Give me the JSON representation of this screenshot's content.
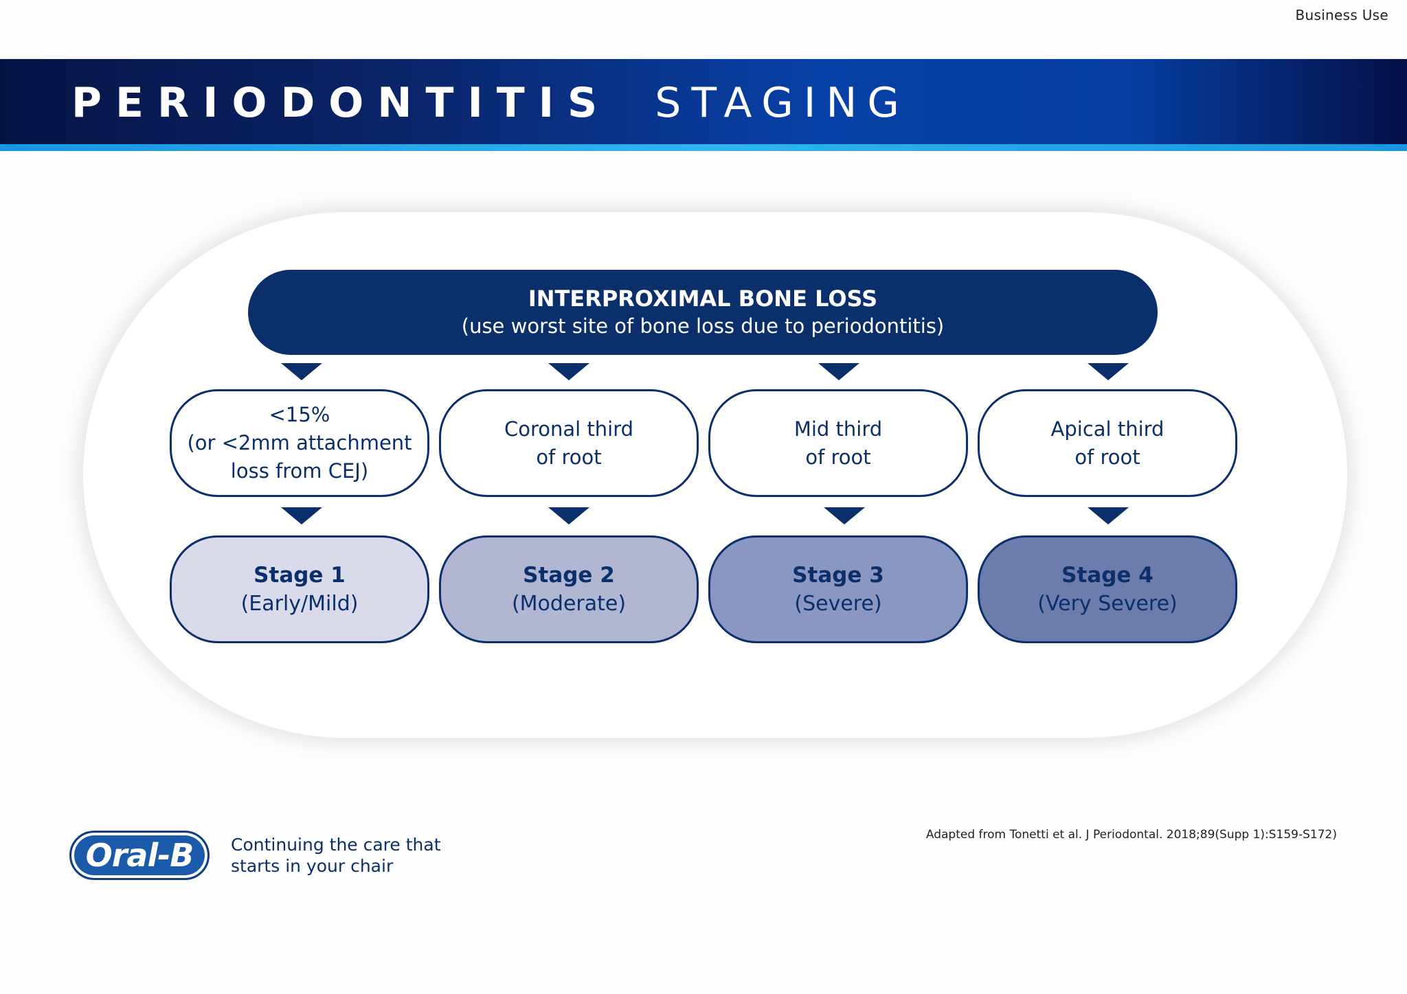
{
  "classification": "Business Use",
  "header": {
    "title_bold": "PERIODONTITIS",
    "title_light": "STAGING",
    "band_color": "#0a2468",
    "accent_color": "#30b4f0"
  },
  "diagram": {
    "banner": {
      "title": "INTERPROXIMAL BONE LOSS",
      "subtitle": "(use worst site of bone loss due to periodontitis)"
    },
    "criteria": [
      {
        "lines": [
          "<15%",
          "(or <2mm attachment",
          "loss from CEJ)"
        ]
      },
      {
        "lines": [
          "Coronal third",
          "of root"
        ]
      },
      {
        "lines": [
          "Mid third",
          "of root"
        ]
      },
      {
        "lines": [
          "Apical third",
          "of root"
        ]
      }
    ],
    "stages": [
      {
        "name": "Stage 1",
        "desc": "(Early/Mild)",
        "fill": "#d9dbeb"
      },
      {
        "name": "Stage 2",
        "desc": "(Moderate)",
        "fill": "#b1b6d3"
      },
      {
        "name": "Stage 3",
        "desc": "(Severe)",
        "fill": "#8b97c3"
      },
      {
        "name": "Stage 4",
        "desc": "(Very Severe)",
        "fill": "#6c7cad"
      }
    ],
    "primary_color": "#0a2f6b"
  },
  "footer": {
    "logo_text": "Oral-B",
    "tagline_lines": [
      "Continuing the care that",
      "starts in your chair"
    ],
    "citation": "Adapted from Tonetti et al. J Periodontal. 2018;89(Supp 1):S159-S172)"
  }
}
